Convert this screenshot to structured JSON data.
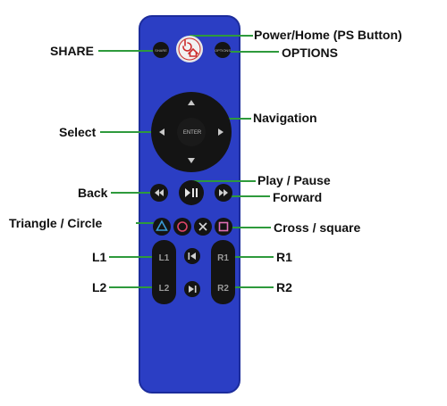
{
  "colors": {
    "remote_body": "#2b3ec4",
    "remote_edge": "#1c2c9c",
    "button": "#141414",
    "button_text": "#bfbfbf",
    "leader_line": "#2e9a3c",
    "triangle_symbol": "#3a9bd6",
    "circle_symbol": "#e0456a",
    "cross_symbol": "#d8d8d8",
    "square_symbol": "#e070b8"
  },
  "callouts": {
    "share": "SHARE",
    "power_home": "Power/Home (PS Button)",
    "options": "OPTIONS",
    "navigation": "Navigation",
    "select": "Select",
    "play_pause": "Play / Pause",
    "back": "Back",
    "forward": "Forward",
    "triangle_circle": "Triangle / Circle",
    "cross_square": "Cross / square",
    "l1": "L1",
    "r1": "R1",
    "l2": "L2",
    "r2": "R2"
  },
  "buttons": {
    "share": "SHARE",
    "options": "OPTIONS",
    "enter": "ENTER",
    "l1": "L1",
    "r1": "R1",
    "l2": "L2",
    "r2": "R2"
  },
  "icons": {
    "power": "power-home-icon",
    "dpad_up": "arrow-up-icon",
    "dpad_down": "arrow-down-icon",
    "dpad_left": "arrow-left-icon",
    "dpad_right": "arrow-right-icon",
    "back": "rewind-icon",
    "play_pause": "play-pause-icon",
    "forward": "fast-forward-icon",
    "triangle": "triangle-icon",
    "circle": "circle-icon",
    "cross": "cross-icon",
    "square": "square-icon",
    "previous": "skip-previous-icon",
    "next": "skip-next-icon"
  }
}
